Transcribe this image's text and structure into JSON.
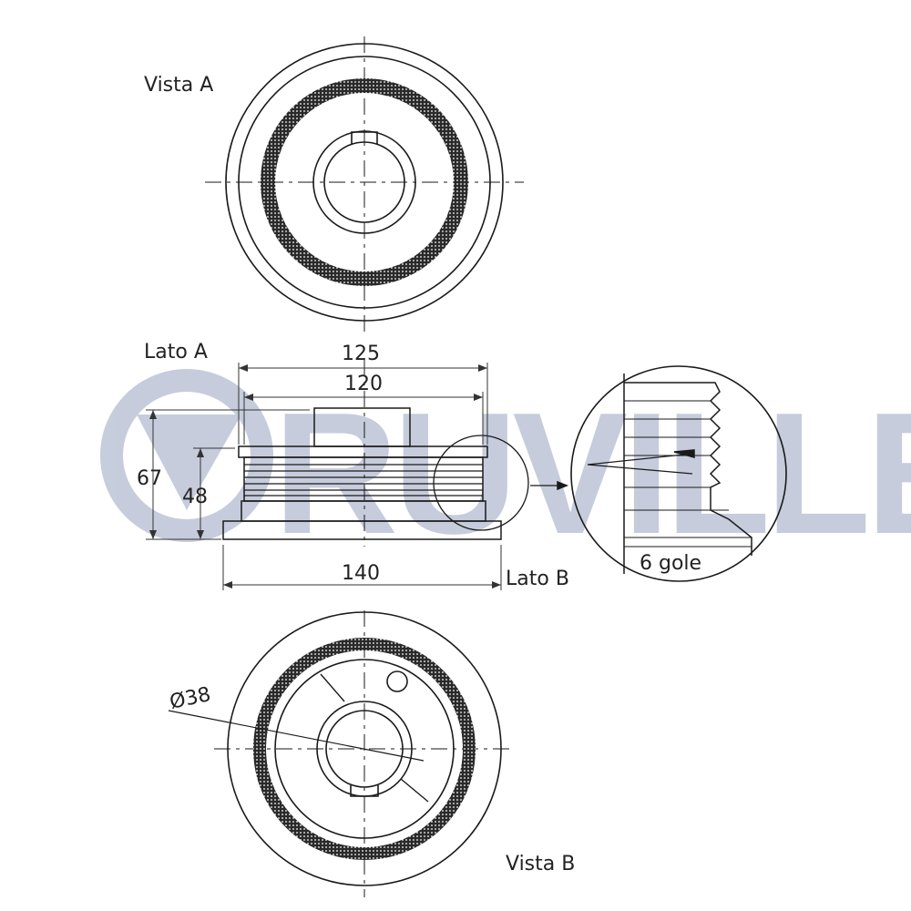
{
  "watermark": {
    "text": "RUVILLE",
    "color": "#c3cadb"
  },
  "colors": {
    "line": "#1a1a1a",
    "dim": "#333333",
    "hatch": "#2a2a2a"
  },
  "views": {
    "vista_a": "Vista A",
    "vista_b": "Vista B",
    "lato_a": "Lato A",
    "lato_b": "Lato B"
  },
  "dimensions": {
    "d125": "125",
    "d120": "120",
    "d140": "140",
    "d67": "67",
    "d48": "48",
    "d38": "Ø38"
  },
  "detail": {
    "grooves": "6 gole"
  }
}
